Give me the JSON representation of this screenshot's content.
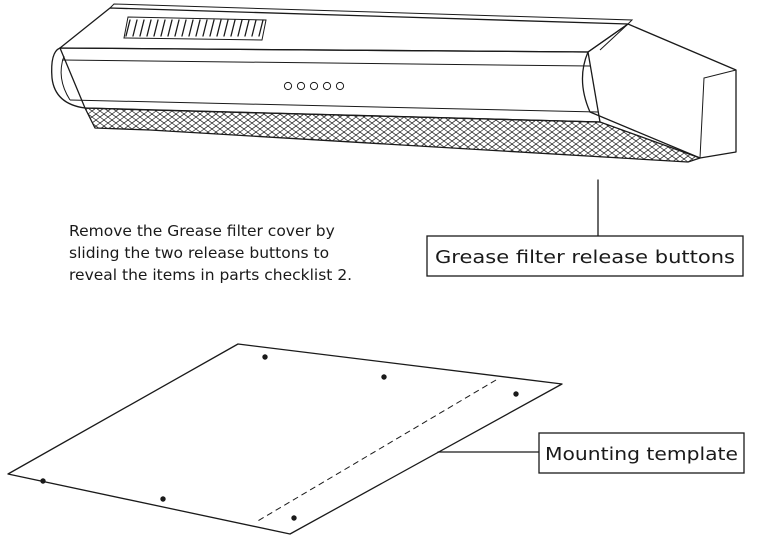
{
  "instruction": {
    "lines": [
      "Remove the Grease filter cover by",
      "sliding the two release buttons to",
      "reveal the items in parts checklist 2."
    ]
  },
  "callouts": {
    "release_buttons": "Grease filter release buttons",
    "mounting_template": "Mounting template"
  }
}
